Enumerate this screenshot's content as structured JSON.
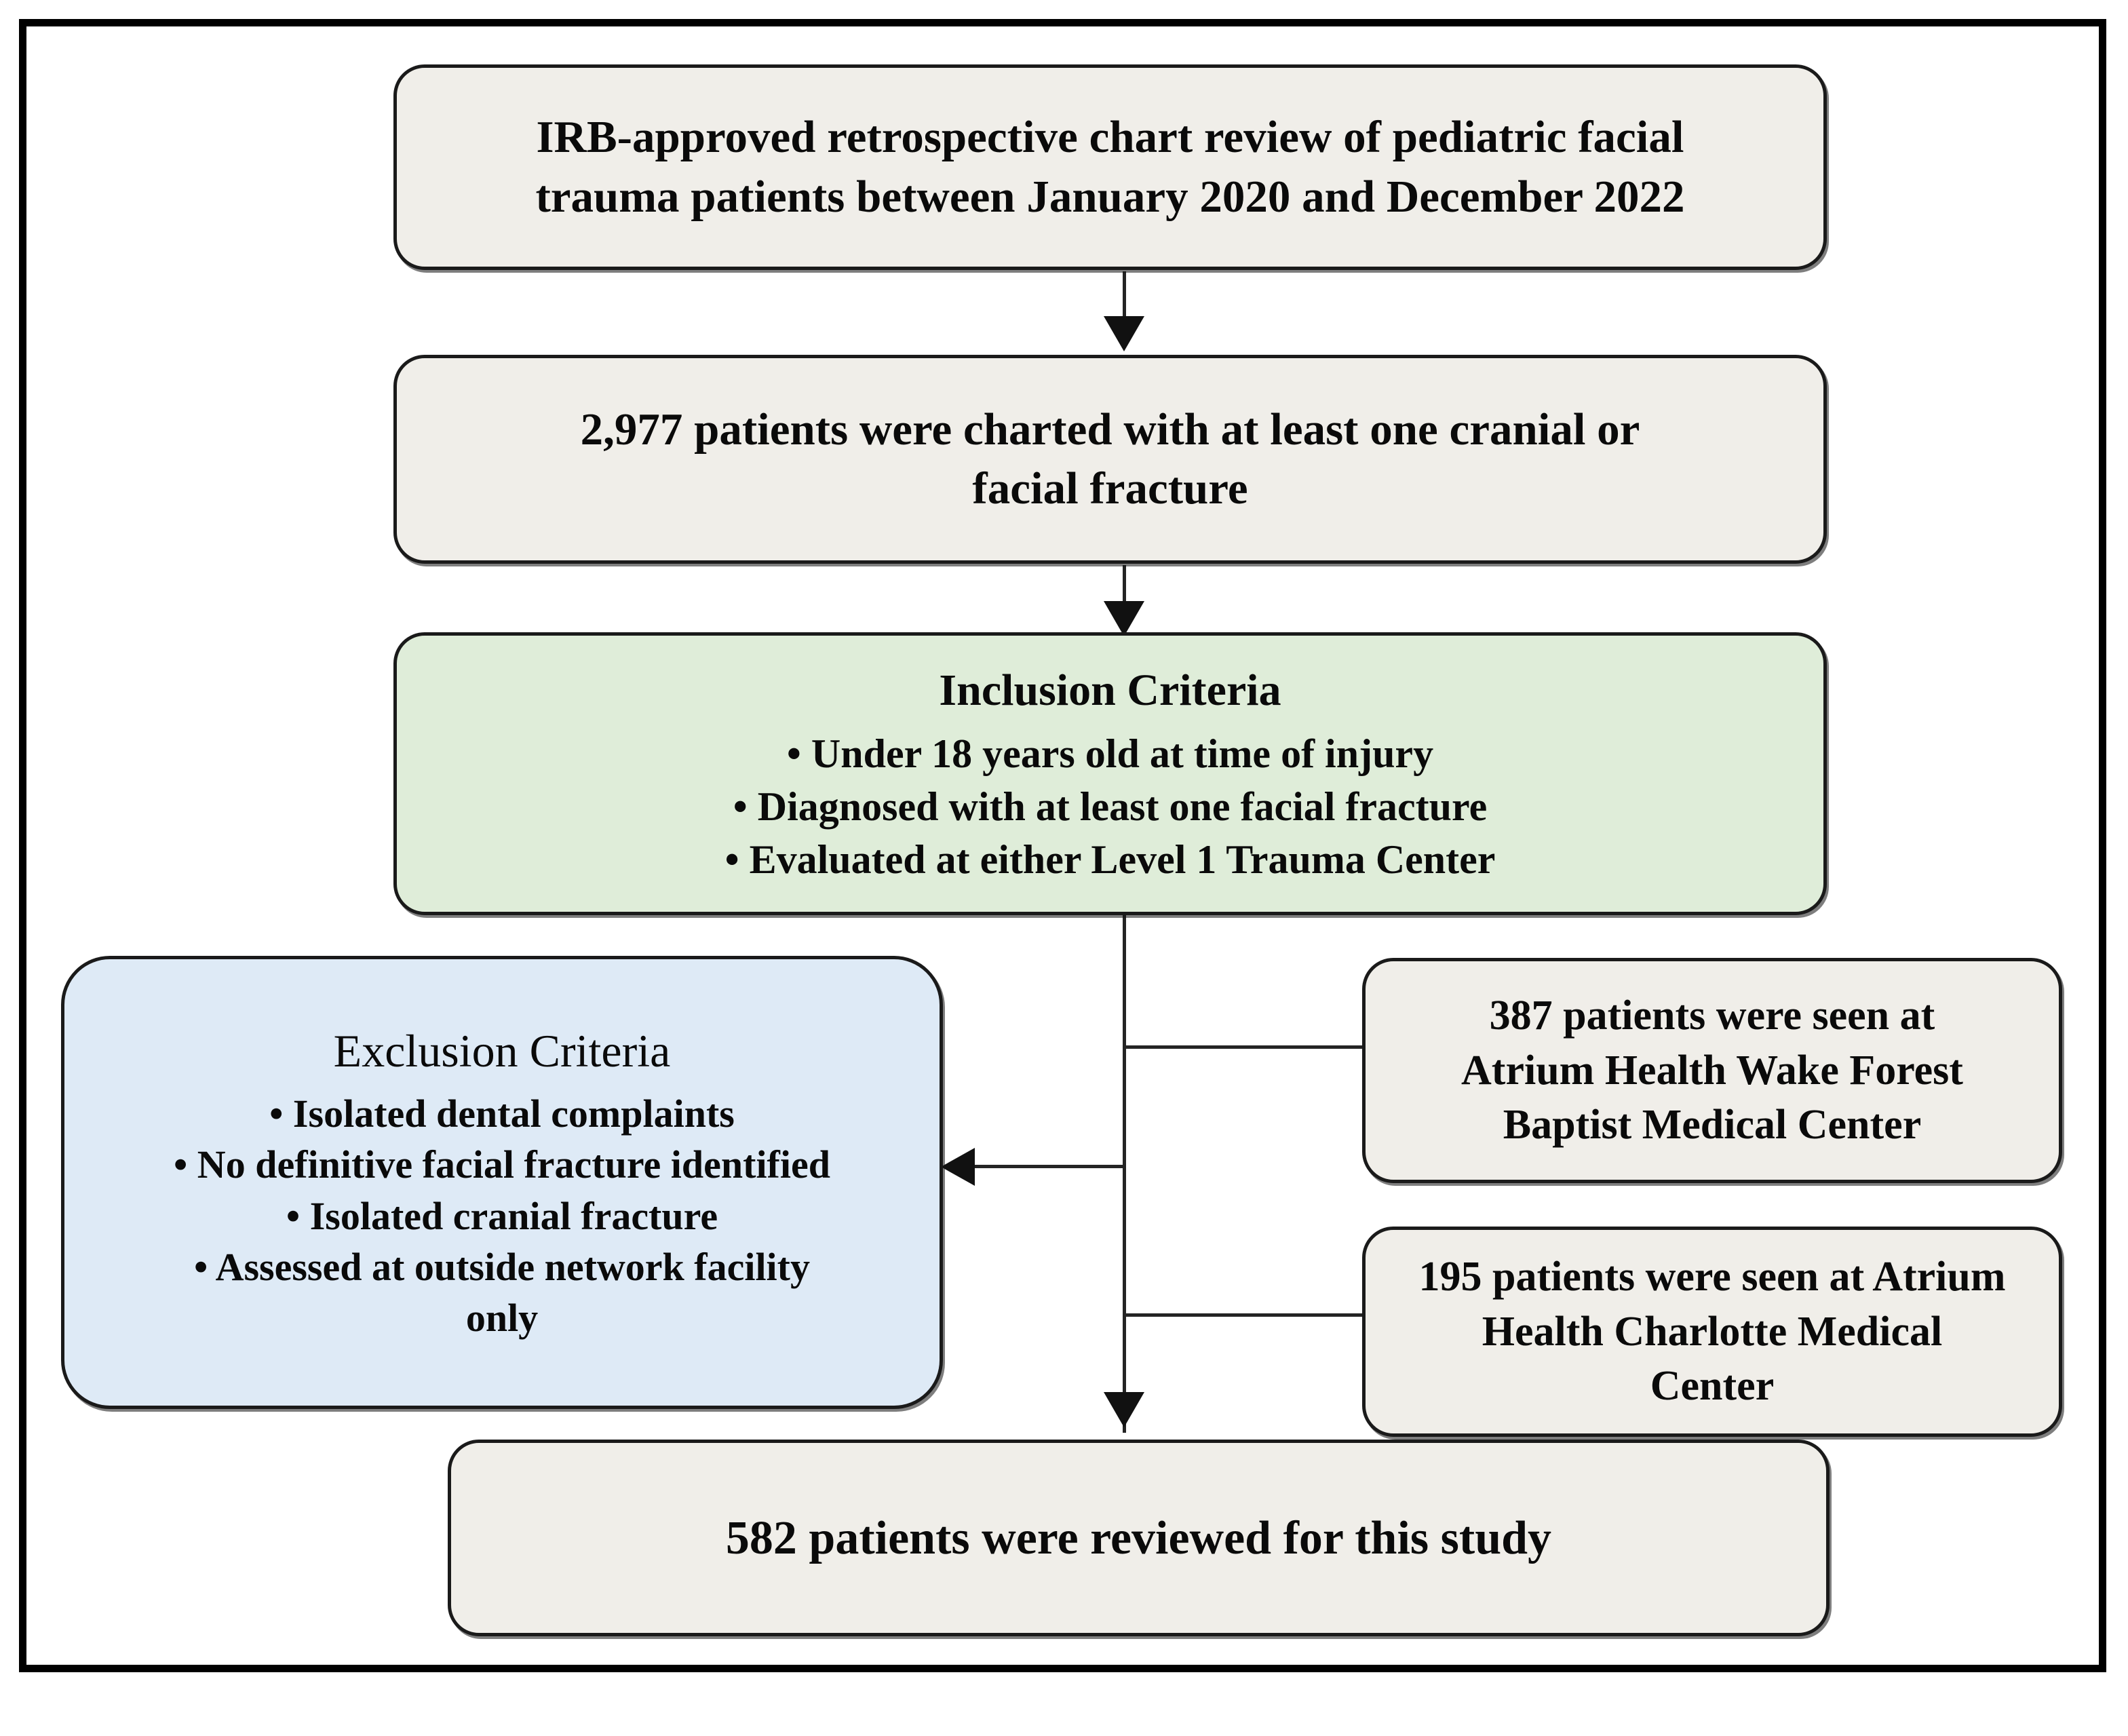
{
  "diagram": {
    "title": "Pediatric facial trauma patient selection flowchart",
    "colors": {
      "neutral_box": "#F0EEE9",
      "inclusion_box": "#DFEDD9",
      "exclusion_box": "#DEEAF6",
      "border": "#1a1a1a",
      "connector": "#242424",
      "frame": "#000000"
    },
    "nodes": {
      "irb": {
        "name": "irb-chart-review-box",
        "lines": [
          "IRB-approved retrospective chart review of pediatric facial",
          "trauma patients between January 2020 and December 2022"
        ]
      },
      "charted": {
        "name": "charted-patients-box",
        "lines": [
          "2,977 patients were charted with at least one cranial or",
          "facial fracture"
        ],
        "count": "2,977"
      },
      "inclusion": {
        "name": "inclusion-criteria-box",
        "heading": "Inclusion Criteria",
        "bullets": [
          "• Under 18 years old at time of injury",
          "• Diagnosed with at least one facial fracture",
          "• Evaluated at either Level 1 Trauma Center"
        ]
      },
      "exclusion": {
        "name": "exclusion-criteria-box",
        "heading": "Exclusion Criteria",
        "bullets": [
          "• Isolated dental complaints",
          "• No definitive facial fracture identified",
          "• Isolated cranial fracture",
          "• Assessed at outside network facility",
          "only"
        ]
      },
      "site_wake_forest": {
        "name": "wake-forest-site-box",
        "lines": [
          "387 patients were seen at",
          "Atrium Health Wake Forest",
          "Baptist Medical Center"
        ],
        "count": "387"
      },
      "site_charlotte": {
        "name": "charlotte-site-box",
        "lines": [
          "195 patients were seen at Atrium",
          "Health Charlotte Medical",
          "Center"
        ],
        "count": "195"
      },
      "reviewed": {
        "name": "reviewed-patients-box",
        "lines": [
          "582 patients were reviewed for this study"
        ],
        "count": "582"
      }
    },
    "connectors": [
      {
        "name": "arrow-irb-to-charted",
        "type": "arrow-down"
      },
      {
        "name": "arrow-charted-to-inclusion",
        "type": "arrow-down"
      },
      {
        "name": "trunk-inclusion-to-reviewed",
        "type": "line-vertical"
      },
      {
        "name": "branch-to-wake-forest",
        "type": "line-horizontal"
      },
      {
        "name": "branch-to-charlotte",
        "type": "line-horizontal"
      },
      {
        "name": "arrow-to-exclusion",
        "type": "arrow-left"
      },
      {
        "name": "arrow-trunk-to-reviewed",
        "type": "arrow-down"
      }
    ]
  }
}
